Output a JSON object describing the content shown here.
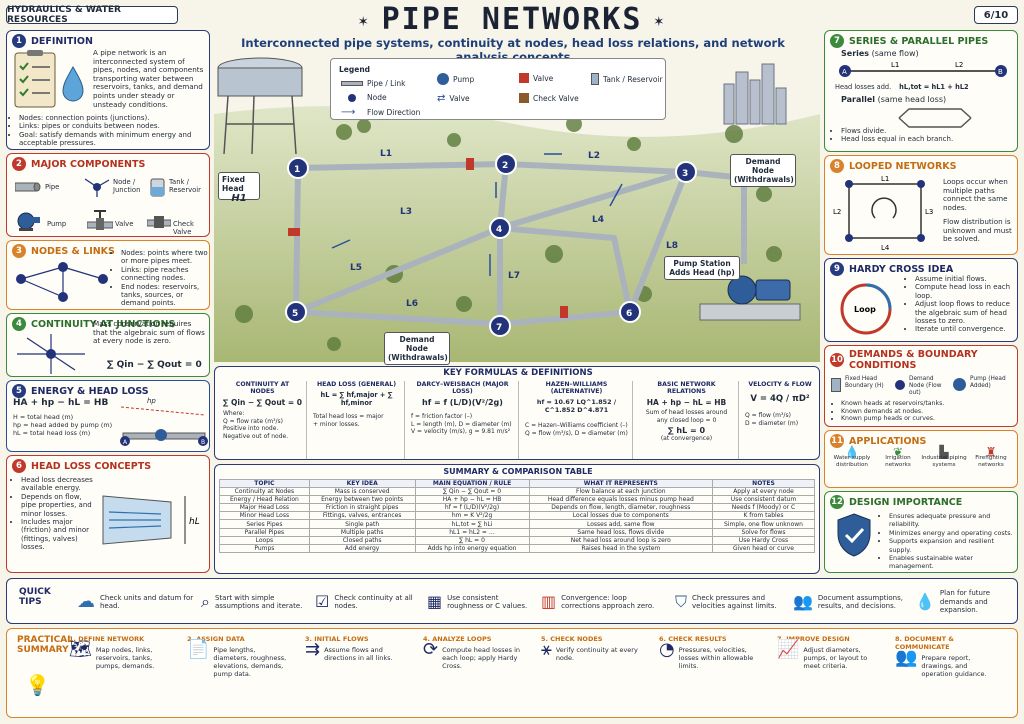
{
  "header": {
    "tag": "HYDRAULICS & WATER RESOURCES",
    "page": "6/10",
    "title": "PIPE NETWORKS",
    "subtitle": "Interconnected pipe systems, continuity at nodes, head loss relations, and network analysis concepts"
  },
  "colors": {
    "navy": "#263a80",
    "red": "#c0392b",
    "orange": "#d9822b",
    "green": "#3c8a3c",
    "pipe": "#b9c0c8",
    "grass": "#a9b774"
  },
  "p1": {
    "num": "1",
    "title": "DEFINITION",
    "text": "A pipe network is an interconnected system of pipes, nodes, and components transporting water between reservoirs, tanks, and demand points under steady or unsteady conditions.",
    "bullets": [
      "Nodes: connection points (junctions).",
      "Links: pipes or conduits between nodes.",
      "Goal: satisfy demands with minimum energy and acceptable pressures."
    ]
  },
  "p2": {
    "num": "2",
    "title": "MAJOR COMPONENTS",
    "items": [
      "Pipe",
      "Node / Junction",
      "Tank / Reservoir",
      "Pump",
      "Valve",
      "Check Valve"
    ]
  },
  "p3": {
    "num": "3",
    "title": "NODES & LINKS",
    "bullets": [
      "Nodes: points where two or more pipes meet.",
      "Links: pipe reaches connecting nodes.",
      "End nodes: reservoirs, tanks, sources, or demand points."
    ]
  },
  "p4": {
    "num": "4",
    "title": "CONTINUITY AT JUNCTIONS",
    "text": "Mass conservation requires that the algebraic sum of flows at every node is zero.",
    "eq": "∑ Qin − ∑ Qout = 0"
  },
  "p5": {
    "num": "5",
    "title": "ENERGY & HEAD LOSS",
    "eq": "HA + hp − hL = HB",
    "defs": [
      "H = total head (m)",
      "hp = head added by pump (m)",
      "hL = total head loss (m)"
    ],
    "hp": "hp",
    "a": "A",
    "b": "B"
  },
  "p6": {
    "num": "6",
    "title": "HEAD LOSS CONCEPTS",
    "bullets": [
      "Head loss decreases available energy.",
      "Depends on flow, pipe properties, and minor losses.",
      "Includes major (friction) and minor (fittings, valves) losses."
    ],
    "hl": "hL"
  },
  "legend": {
    "title": "Legend",
    "items": [
      "Pipe / Link",
      "Node",
      "Flow Direction",
      "Pump",
      "Valve",
      "Valve",
      "Check Valve",
      "Tank / Reservoir"
    ]
  },
  "map": {
    "fixed_head": "Fixed Head",
    "h1": "H1",
    "demand_top": "Demand Node (Withdrawals)",
    "demand_bot": "Demand Node (Withdrawals)",
    "pump_station": "Pump Station Adds Head (hp)",
    "nodes": [
      "1",
      "2",
      "3",
      "4",
      "5",
      "6",
      "7"
    ],
    "links": [
      "L1",
      "L2",
      "L3",
      "L4",
      "L5",
      "L6",
      "L7",
      "L8"
    ]
  },
  "formulas": {
    "title": "KEY FORMULAS & DEFINITIONS",
    "c1": {
      "h": "CONTINUITY AT NODES",
      "eq": "∑ Qin − ∑ Qout = 0",
      "t": [
        "Where:",
        "Q = flow rate (m³/s)",
        "Positive into node.",
        "Negative out of node."
      ]
    },
    "c2": {
      "h": "HEAD LOSS (GENERAL)",
      "eq": "hL = ∑ hf,major + ∑ hf,minor",
      "t": [
        "Total head loss = major",
        "+ minor losses."
      ]
    },
    "c3": {
      "h": "DARCY–WEISBACH (MAJOR LOSS)",
      "eq": "hf = f (L/D)(V²/2g)",
      "t": [
        "f = friction factor (–)",
        "L = length (m), D = diameter (m)",
        "V = velocity (m/s), g = 9.81 m/s²"
      ]
    },
    "c4": {
      "h": "HAZEN–WILLIAMS (ALTERNATIVE)",
      "eq": "hf = 10.67 LQ^1.852 / C^1.852 D^4.871",
      "t": [
        "C = Hazen–Williams coefficient (–)",
        "Q = flow (m³/s), D = diameter (m)"
      ]
    },
    "c5": {
      "h": "BASIC NETWORK RELATIONS",
      "eq": "HA + hp − hL = HB",
      "t": [
        "Sum of head losses around",
        "any closed loop = 0"
      ],
      "eq2": "∑ hL = 0",
      "t2": "(at convergence)"
    },
    "c6": {
      "h": "VELOCITY & FLOW",
      "eq": "V = 4Q / πD²",
      "t": [
        "Q = flow (m³/s)",
        "D = diameter (m)"
      ]
    }
  },
  "table": {
    "title": "SUMMARY & COMPARISON TABLE",
    "headers": [
      "TOPIC",
      "KEY IDEA",
      "MAIN EQUATION / RULE",
      "WHAT IT REPRESENTS",
      "NOTES"
    ],
    "rows": [
      [
        "Continuity at Nodes",
        "Mass is conserved",
        "∑ Qin − ∑ Qout = 0",
        "Flow balance at each junction",
        "Apply at every node"
      ],
      [
        "Energy / Head Relation",
        "Energy between two points",
        "HA + hp − hL = HB",
        "Head difference equals losses minus pump head",
        "Use consistent datum"
      ],
      [
        "Major Head Loss",
        "Friction in straight pipes",
        "hf = f (L/D)(V²/2g)",
        "Depends on flow, length, diameter, roughness",
        "Needs f (Moody) or C"
      ],
      [
        "Minor Head Loss",
        "Fittings, valves, entrances",
        "hm = K V²/2g",
        "Local losses due to components",
        "K from tables"
      ],
      [
        "Series Pipes",
        "Single path",
        "hL,tot = ∑ hLi",
        "Losses add, same flow",
        "Simple, one flow unknown"
      ],
      [
        "Parallel Pipes",
        "Multiple paths",
        "hL1 = hL2 = …",
        "Same head loss, flows divide",
        "Solve for flows"
      ],
      [
        "Loops",
        "Closed paths",
        "∑ hL = 0",
        "Net head loss around loop is zero",
        "Use Hardy Cross"
      ],
      [
        "Pumps",
        "Add energy",
        "Adds hp into energy equation",
        "Raises head in the system",
        "Given head or curve"
      ]
    ]
  },
  "p7": {
    "num": "7",
    "title": "SERIES & PARALLEL PIPES",
    "series": "Series",
    "series_note": "(same flow)",
    "s_eq": "hL,tot = hL1 + hL2",
    "s_b": "Head losses add.",
    "parallel": "Parallel",
    "parallel_note": "(same head loss)",
    "p_b": [
      "Flows divide.",
      "Head loss equal in each branch."
    ],
    "l1": "L1",
    "l2": "L2",
    "a": "A",
    "b": "B"
  },
  "p8": {
    "num": "8",
    "title": "LOOPED NETWORKS",
    "text": "Loops occur when multiple paths connect the same nodes.",
    "text2": "Flow distribution is unknown and must be solved.",
    "labels": [
      "L1",
      "L2",
      "L3",
      "L4"
    ]
  },
  "p9": {
    "num": "9",
    "title": "HARDY CROSS IDEA",
    "loop": "Loop",
    "bullets": [
      "Assume initial flows.",
      "Compute head loss in each loop.",
      "Adjust loop flows to reduce the algebraic sum of head losses to zero.",
      "Iterate until convergence."
    ]
  },
  "p10": {
    "num": "10",
    "title": "DEMANDS & BOUNDARY CONDITIONS",
    "items": [
      "Fixed Head Boundary (H)",
      "Demand Node (Flow out)",
      "Pump (Head Added)"
    ],
    "bullets": [
      "Known heads at reservoirs/tanks.",
      "Known demands at nodes.",
      "Known pump heads or curves."
    ]
  },
  "p11": {
    "num": "11",
    "title": "APPLICATIONS",
    "items": [
      "Water supply distribution",
      "Irrigation networks",
      "Industrial piping systems",
      "Firefighting networks"
    ]
  },
  "p12": {
    "num": "12",
    "title": "DESIGN IMPORTANCE",
    "bullets": [
      "Ensures adequate pressure and reliability.",
      "Minimizes energy and operating costs.",
      "Supports expansion and resilient supply.",
      "Enables sustainable water management."
    ]
  },
  "tips": {
    "title": "QUICK TIPS",
    "items": [
      "Check units and datum for head.",
      "Start with simple assumptions and iterate.",
      "Check continuity at all nodes.",
      "Use consistent roughness or C values.",
      "Convergence: loop corrections approach zero.",
      "Check pressures and velocities against limits.",
      "Document assumptions, results, and decisions.",
      "Plan for future demands and expansion."
    ]
  },
  "summary": {
    "title": "PRACTICAL SUMMARY",
    "steps": [
      {
        "h": "1. DEFINE NETWORK",
        "t": "Map nodes, links, reservoirs, tanks, pumps, demands."
      },
      {
        "h": "2. ASSIGN DATA",
        "t": "Pipe lengths, diameters, roughness, elevations, demands, pump data."
      },
      {
        "h": "3. INITIAL FLOWS",
        "t": "Assume flows and directions in all links."
      },
      {
        "h": "4. ANALYZE LOOPS",
        "t": "Compute head losses in each loop; apply Hardy Cross."
      },
      {
        "h": "5. CHECK NODES",
        "t": "Verify continuity at every node."
      },
      {
        "h": "6. CHECK RESULTS",
        "t": "Pressures, velocities, losses within allowable limits."
      },
      {
        "h": "7. IMPROVE DESIGN",
        "t": "Adjust diameters, pumps, or layout to meet criteria."
      },
      {
        "h": "8. DOCUMENT & COMMUNICATE",
        "t": "Prepare report, drawings, and operation guidance."
      }
    ]
  }
}
